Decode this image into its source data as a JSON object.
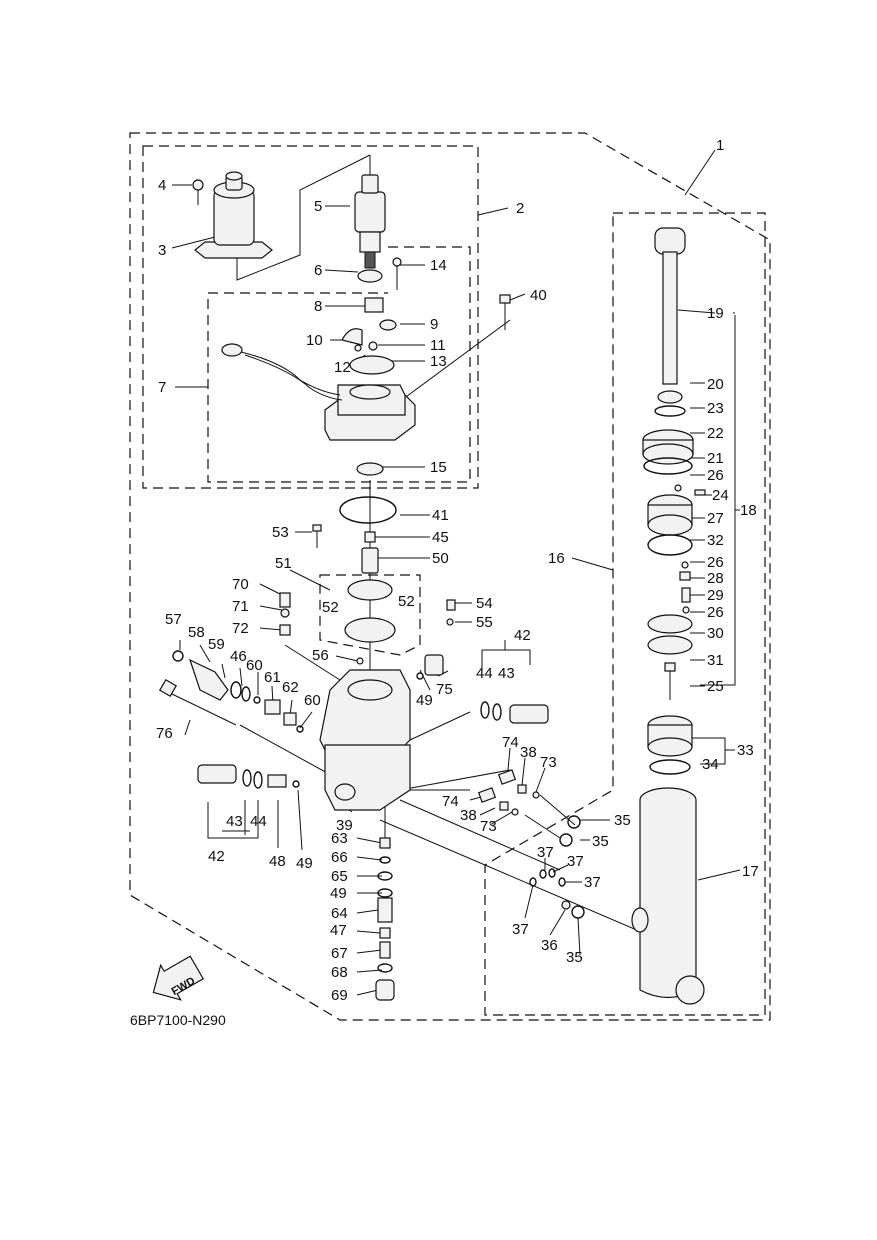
{
  "diagram": {
    "reference_code": "6BP7100-N290",
    "fwd_label": "FWD",
    "callouts": [
      {
        "id": "c1",
        "text": "1"
      },
      {
        "id": "c2",
        "text": "2"
      },
      {
        "id": "c3",
        "text": "3"
      },
      {
        "id": "c4",
        "text": "4"
      },
      {
        "id": "c5",
        "text": "5"
      },
      {
        "id": "c6",
        "text": "6"
      },
      {
        "id": "c7",
        "text": "7"
      },
      {
        "id": "c8",
        "text": "8"
      },
      {
        "id": "c9",
        "text": "9"
      },
      {
        "id": "c10",
        "text": "10"
      },
      {
        "id": "c11",
        "text": "11"
      },
      {
        "id": "c12",
        "text": "12"
      },
      {
        "id": "c13",
        "text": "13"
      },
      {
        "id": "c14",
        "text": "14"
      },
      {
        "id": "c15",
        "text": "15"
      },
      {
        "id": "c16",
        "text": "16"
      },
      {
        "id": "c17",
        "text": "17"
      },
      {
        "id": "c18",
        "text": "18"
      },
      {
        "id": "c19",
        "text": "19"
      },
      {
        "id": "c20",
        "text": "20"
      },
      {
        "id": "c21",
        "text": "21"
      },
      {
        "id": "c22",
        "text": "22"
      },
      {
        "id": "c23",
        "text": "23"
      },
      {
        "id": "c24",
        "text": "24"
      },
      {
        "id": "c25",
        "text": "25"
      },
      {
        "id": "c26a",
        "text": "26"
      },
      {
        "id": "c26b",
        "text": "26"
      },
      {
        "id": "c26c",
        "text": "26"
      },
      {
        "id": "c27",
        "text": "27"
      },
      {
        "id": "c28",
        "text": "28"
      },
      {
        "id": "c29",
        "text": "29"
      },
      {
        "id": "c30",
        "text": "30"
      },
      {
        "id": "c31",
        "text": "31"
      },
      {
        "id": "c32",
        "text": "32"
      },
      {
        "id": "c33",
        "text": "33"
      },
      {
        "id": "c34",
        "text": "34"
      },
      {
        "id": "c35a",
        "text": "35"
      },
      {
        "id": "c35b",
        "text": "35"
      },
      {
        "id": "c35c",
        "text": "35"
      },
      {
        "id": "c36",
        "text": "36"
      },
      {
        "id": "c37a",
        "text": "37"
      },
      {
        "id": "c37b",
        "text": "37"
      },
      {
        "id": "c37c",
        "text": "37"
      },
      {
        "id": "c37d",
        "text": "37"
      },
      {
        "id": "c38a",
        "text": "38"
      },
      {
        "id": "c38b",
        "text": "38"
      },
      {
        "id": "c39",
        "text": "39"
      },
      {
        "id": "c40",
        "text": "40"
      },
      {
        "id": "c41",
        "text": "41"
      },
      {
        "id": "c42a",
        "text": "42"
      },
      {
        "id": "c42b",
        "text": "42"
      },
      {
        "id": "c43a",
        "text": "43"
      },
      {
        "id": "c43b",
        "text": "43"
      },
      {
        "id": "c44a",
        "text": "44"
      },
      {
        "id": "c44b",
        "text": "44"
      },
      {
        "id": "c45",
        "text": "45"
      },
      {
        "id": "c46",
        "text": "46"
      },
      {
        "id": "c47",
        "text": "47"
      },
      {
        "id": "c48",
        "text": "48"
      },
      {
        "id": "c49a",
        "text": "49"
      },
      {
        "id": "c49b",
        "text": "49"
      },
      {
        "id": "c49c",
        "text": "49"
      },
      {
        "id": "c50",
        "text": "50"
      },
      {
        "id": "c51",
        "text": "51"
      },
      {
        "id": "c52a",
        "text": "52"
      },
      {
        "id": "c52b",
        "text": "52"
      },
      {
        "id": "c53",
        "text": "53"
      },
      {
        "id": "c54",
        "text": "54"
      },
      {
        "id": "c55",
        "text": "55"
      },
      {
        "id": "c56",
        "text": "56"
      },
      {
        "id": "c57",
        "text": "57"
      },
      {
        "id": "c58",
        "text": "58"
      },
      {
        "id": "c59",
        "text": "59"
      },
      {
        "id": "c60a",
        "text": "60"
      },
      {
        "id": "c60b",
        "text": "60"
      },
      {
        "id": "c61",
        "text": "61"
      },
      {
        "id": "c62",
        "text": "62"
      },
      {
        "id": "c63",
        "text": "63"
      },
      {
        "id": "c64",
        "text": "64"
      },
      {
        "id": "c65",
        "text": "65"
      },
      {
        "id": "c66",
        "text": "66"
      },
      {
        "id": "c67",
        "text": "67"
      },
      {
        "id": "c68",
        "text": "68"
      },
      {
        "id": "c69",
        "text": "69"
      },
      {
        "id": "c70",
        "text": "70"
      },
      {
        "id": "c71",
        "text": "71"
      },
      {
        "id": "c72",
        "text": "72"
      },
      {
        "id": "c73a",
        "text": "73"
      },
      {
        "id": "c73b",
        "text": "73"
      },
      {
        "id": "c74a",
        "text": "74"
      },
      {
        "id": "c74b",
        "text": "74"
      },
      {
        "id": "c75",
        "text": "75"
      },
      {
        "id": "c76",
        "text": "76"
      }
    ]
  }
}
